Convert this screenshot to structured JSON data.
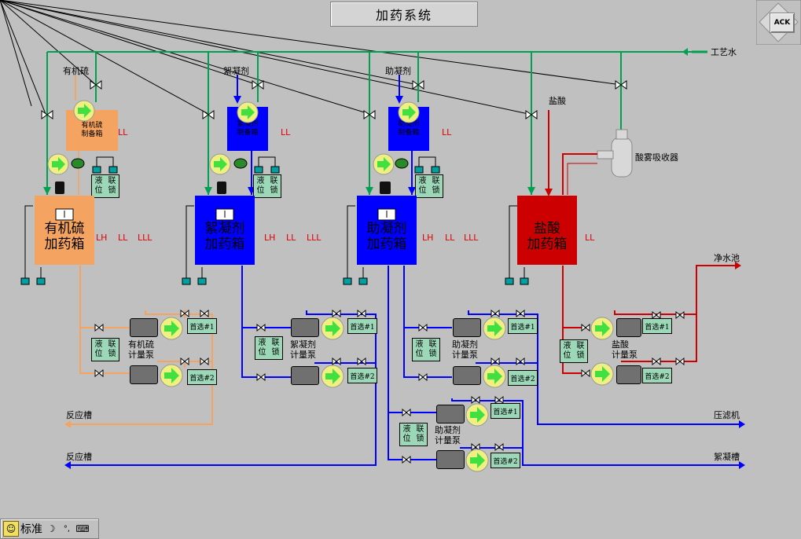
{
  "title": "加药系统",
  "ack_label": "ACK",
  "process_water_label": "工艺水",
  "hcl_inlet_label": "盐酸",
  "acid_mist_absorber_label": "酸雾吸收器",
  "clean_water_tank_label": "净水池",
  "compressor_label": "压滤机",
  "coagulation_tank_label": "絮凝槽",
  "reaction_tank_top_label": "反应槽",
  "reaction_tank_bottom_label": "反应槽",
  "units": [
    {
      "inlet_label": "有机硫",
      "prep_tank": {
        "line1": "有机硫",
        "line2": "制备箱",
        "color": "#f4a460"
      },
      "prep_alarm": "LL",
      "dosing_tank": {
        "line1": "有机硫",
        "line2": "加药箱",
        "color": "#f4a460"
      },
      "dosing_alarms": [
        "LH",
        "LL",
        "LLL"
      ],
      "interlock_top": {
        "line1": "液 位",
        "line2": "联 锁"
      },
      "interlock_pump": {
        "line1": "液 位",
        "line2": "联 锁"
      },
      "pump_group_line1": "有机硫",
      "pump_group_line2": "计量泵",
      "pumps": [
        "首选#1",
        "首选#2"
      ]
    },
    {
      "inlet_label": "絮凝剂",
      "prep_tank": {
        "line1": "絮凝剂",
        "line2": "制备箱",
        "color": "#0000ff"
      },
      "prep_alarm": "LL",
      "dosing_tank": {
        "line1": "絮凝剂",
        "line2": "加药箱",
        "color": "#0000ff"
      },
      "dosing_alarms": [
        "LH",
        "LL",
        "LLL"
      ],
      "interlock_top": {
        "line1": "液 位",
        "line2": "联 锁"
      },
      "interlock_pump": {
        "line1": "液 位",
        "line2": "联 锁"
      },
      "pump_group_line1": "絮凝剂",
      "pump_group_line2": "计量泵",
      "pumps": [
        "首选#1",
        "首选#2"
      ]
    },
    {
      "inlet_label": "助凝剂",
      "prep_tank": {
        "line1": "助凝剂",
        "line2": "制备箱",
        "color": "#0000ff"
      },
      "prep_alarm": "LL",
      "dosing_tank": {
        "line1": "助凝剂",
        "line2": "加药箱",
        "color": "#0000ff"
      },
      "dosing_alarms": [
        "LH",
        "LL",
        "LLL"
      ],
      "interlock_top": {
        "line1": "液 位",
        "line2": "联 锁"
      },
      "interlock_pump": {
        "line1": "液 位",
        "line2": "联 锁"
      },
      "pump_group_line1": "助凝剂",
      "pump_group_line2": "计量泵",
      "pumps": [
        "首选#1",
        "首选#2"
      ]
    },
    {
      "dosing_tank": {
        "line1": "盐酸",
        "line2": "加药箱",
        "color": "#cc0000"
      },
      "dosing_alarms": [
        "LL"
      ],
      "interlock_pump": {
        "line1": "液 位",
        "line2": "联 锁"
      },
      "pump_group_line1": "盐酸",
      "pump_group_line2": "计量泵",
      "pumps": [
        "首选#1",
        "首选#2"
      ]
    }
  ],
  "extra_pump_group": {
    "interlock": {
      "line1": "液 位",
      "line2": "联 锁"
    },
    "line1": "助凝剂",
    "line2": "计量泵",
    "pumps": [
      "首选#1",
      "首选#2"
    ]
  },
  "taskbar": {
    "mode_label": "标准"
  }
}
